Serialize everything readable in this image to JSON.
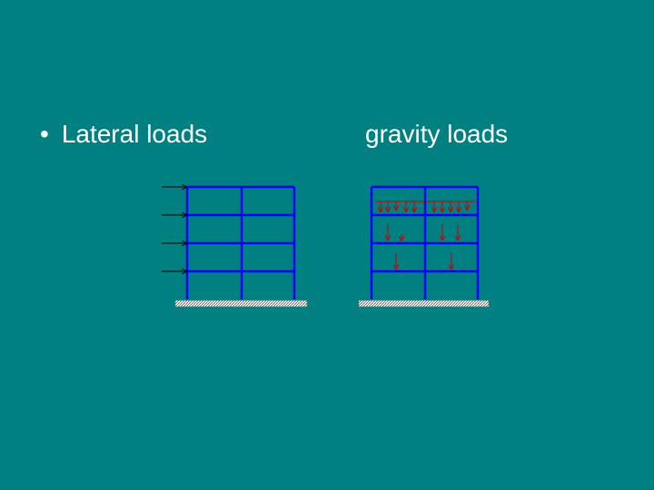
{
  "slide": {
    "background_color": "#008080",
    "lateral_label": "Lateral loads",
    "bullet": "•",
    "gravity_label": "gravity loads"
  },
  "frame": {
    "stories": 4,
    "bays": 2,
    "member_color": "#0000ff",
    "load_arrow_color_lateral": "#000000",
    "load_arrow_color_gravity": "#cc0000",
    "ground_pattern": "hatched"
  }
}
